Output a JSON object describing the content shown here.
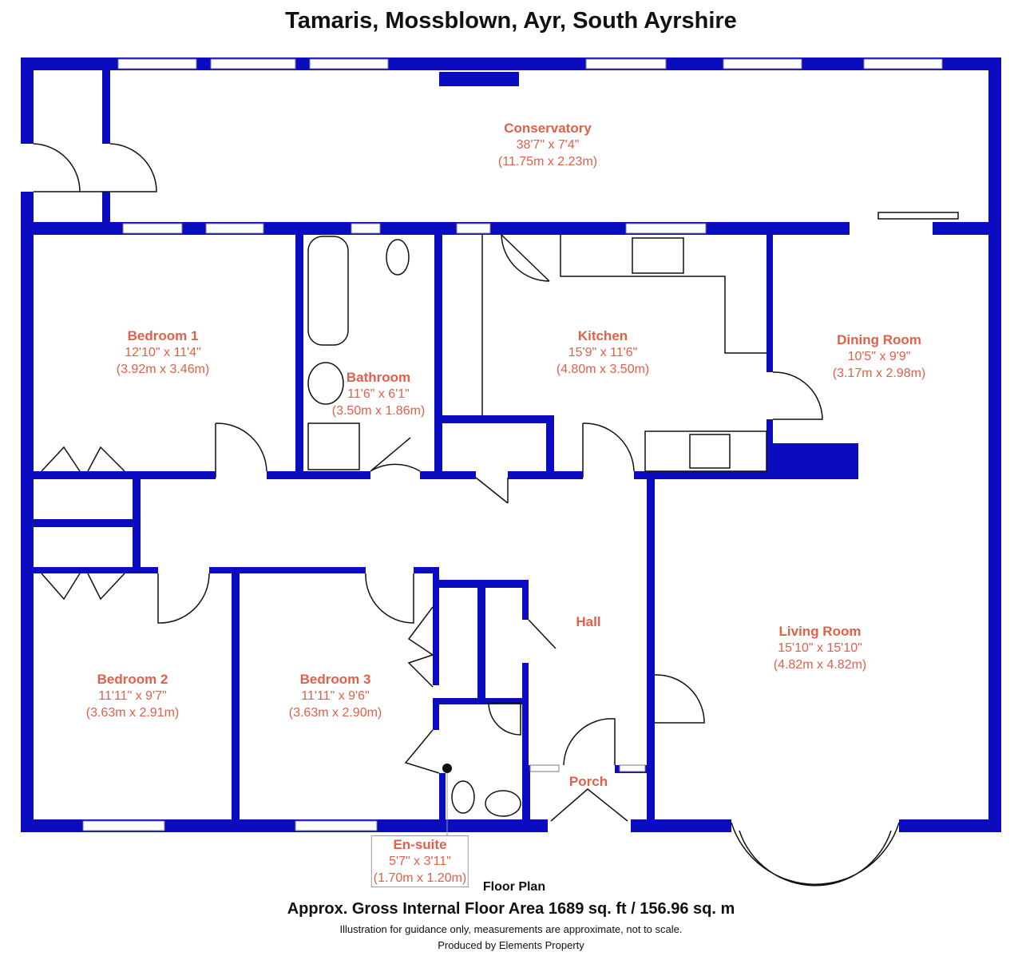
{
  "title": "Tamaris, Mossblown, Ayr, South Ayrshire",
  "rooms": [
    {
      "name": "Conservatory",
      "imperial": "38'7\" x 7'4\"",
      "metric": "(11.75m x 2.23m)"
    },
    {
      "name": "Bedroom 1",
      "imperial": "12'10\" x 11'4\"",
      "metric": "(3.92m x 3.46m)"
    },
    {
      "name": "Bathroom",
      "imperial": "11'6\" x 6'1\"",
      "metric": "(3.50m x 1.86m)"
    },
    {
      "name": "Kitchen",
      "imperial": "15'9\" x 11'6\"",
      "metric": "(4.80m x 3.50m)"
    },
    {
      "name": "Dining Room",
      "imperial": "10'5\" x 9'9\"",
      "metric": "(3.17m x 2.98m)"
    },
    {
      "name": "Hall"
    },
    {
      "name": "Living Room",
      "imperial": "15'10\" x 15'10\"",
      "metric": "(4.82m x 4.82m)"
    },
    {
      "name": "Bedroom 2",
      "imperial": "11'11\" x 9'7\"",
      "metric": "(3.63m x 2.91m)"
    },
    {
      "name": "Bedroom 3",
      "imperial": "11'11\" x 9'6\"",
      "metric": "(3.63m x 2.90m)"
    },
    {
      "name": "Porch"
    },
    {
      "name": "En-suite",
      "imperial": "5'7\" x 3'11\"",
      "metric": "(1.70m x 1.20m)"
    }
  ],
  "footer": {
    "plan_label": "Floor Plan",
    "area": "Approx. Gross Internal Floor Area 1689 sq. ft / 156.96 sq. m",
    "disclaimer": "Illustration for guidance only, measurements are approximate, not to scale.",
    "producer": "Produced by Elements Property"
  },
  "colors": {
    "wall": "#0b0bbf",
    "label": "#e0604a"
  }
}
